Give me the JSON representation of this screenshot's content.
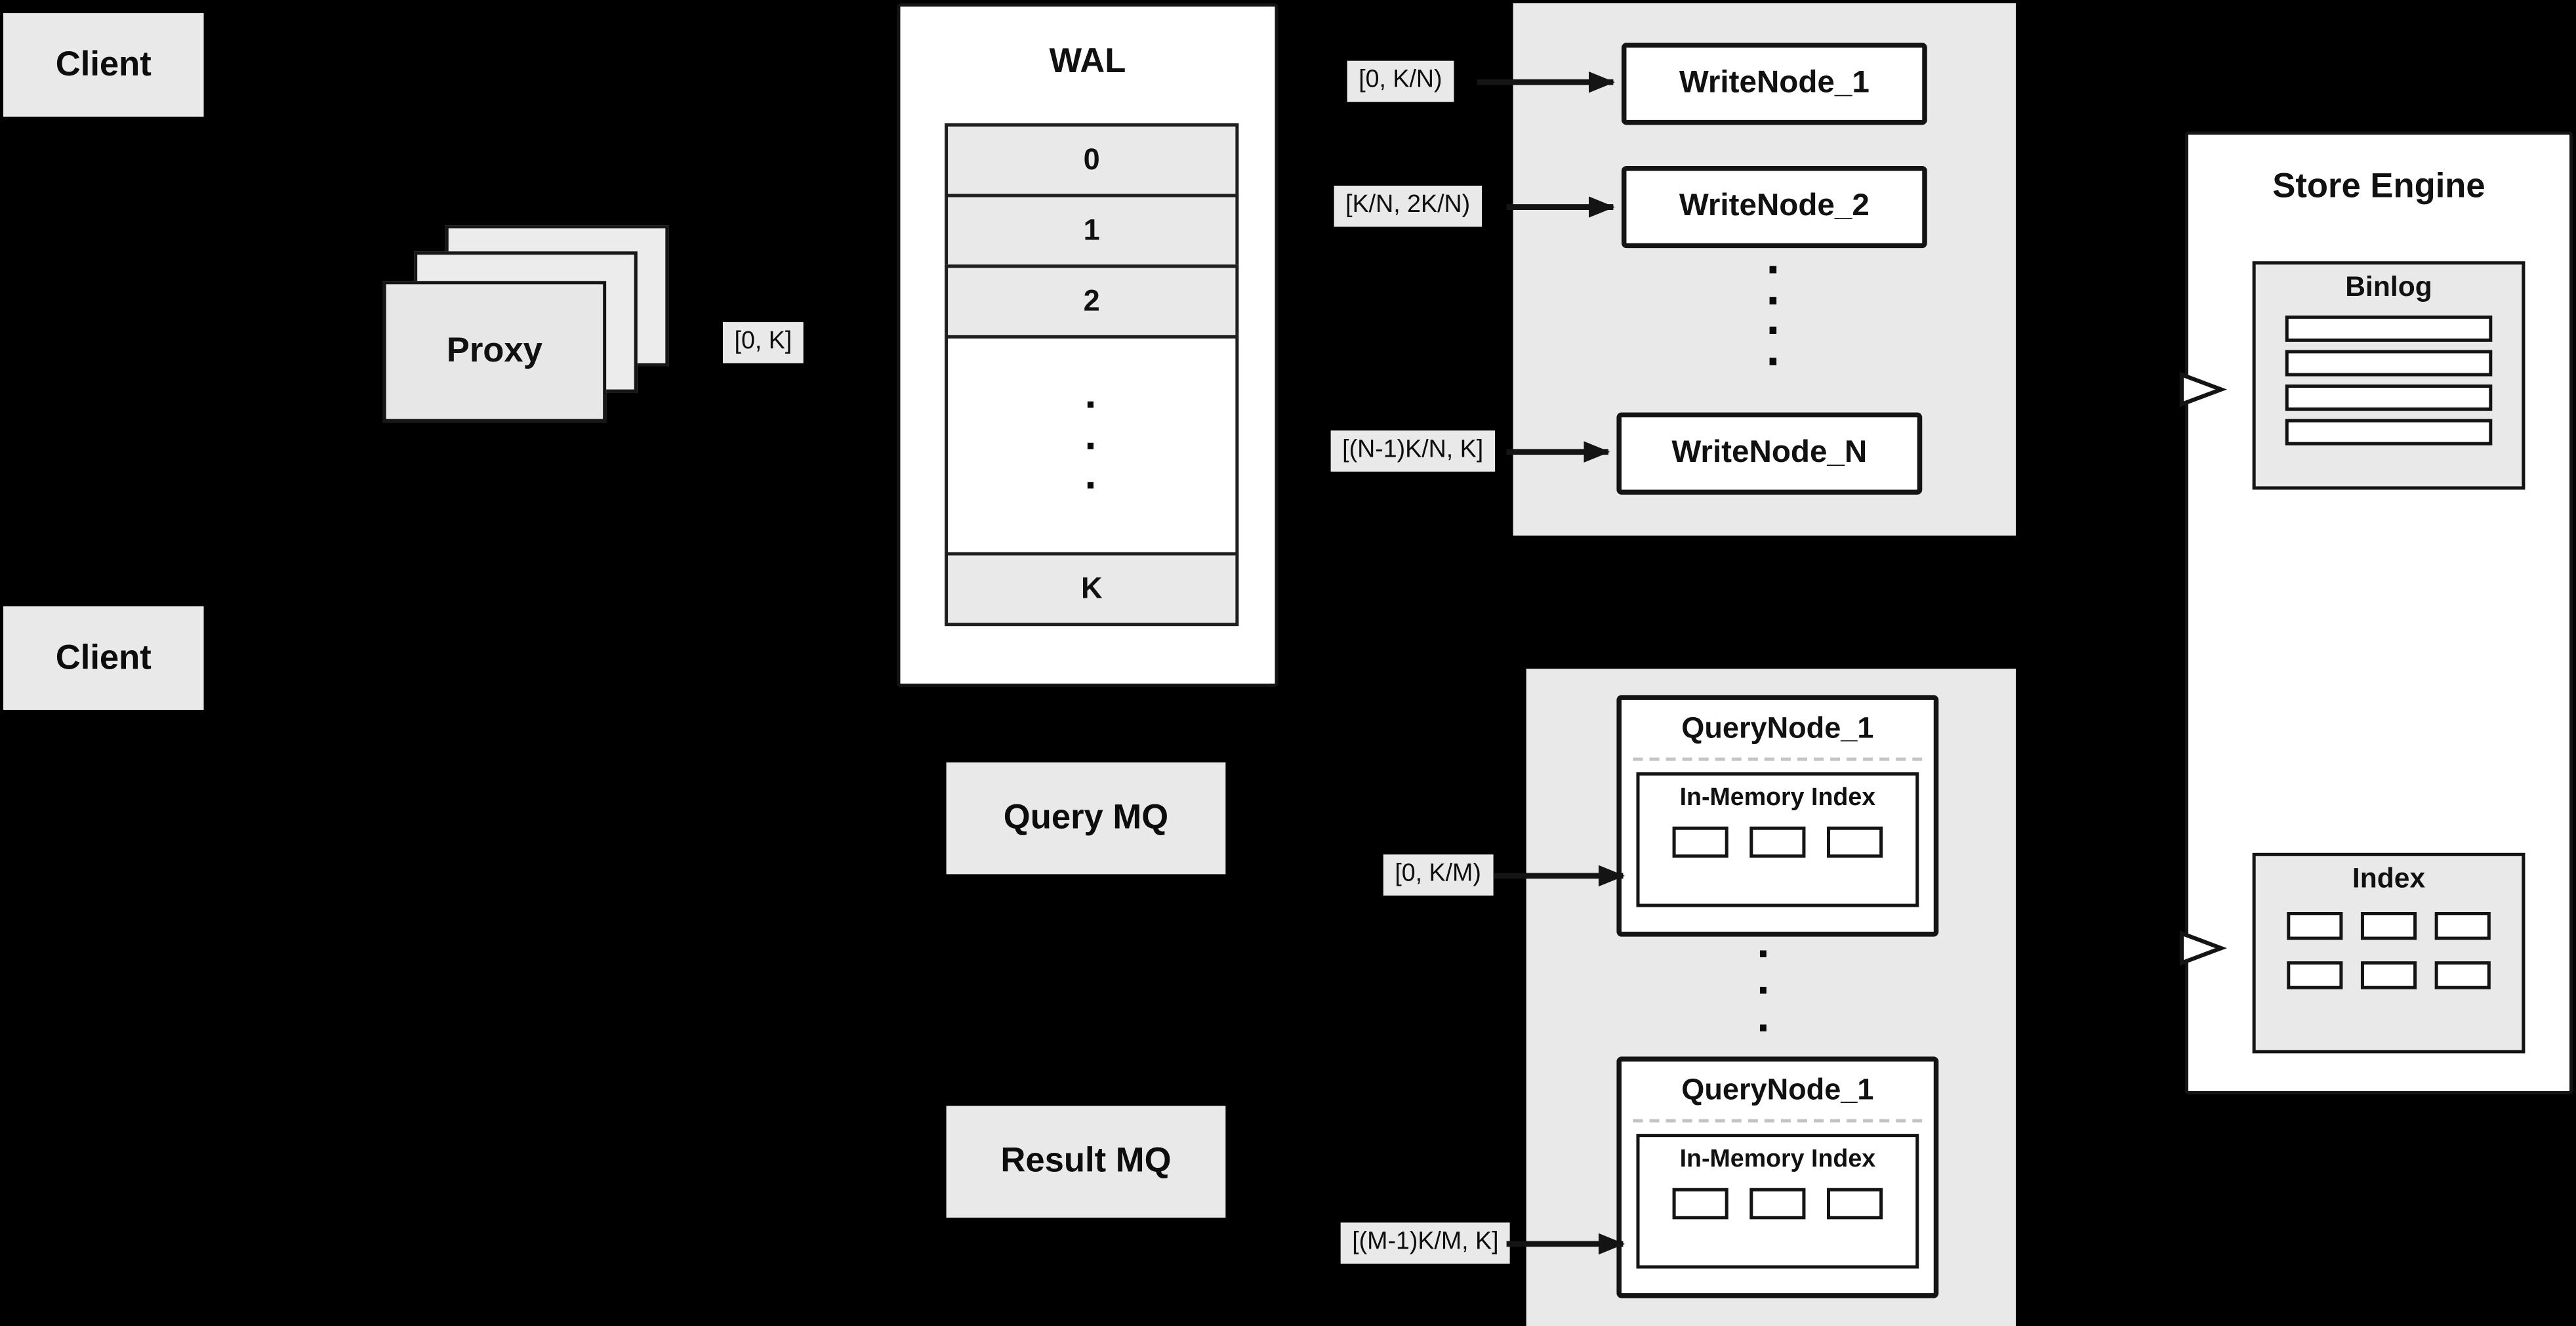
{
  "colors": {
    "background": "#000000",
    "panel_gray": "#e9e9e9",
    "panel_white": "#ffffff",
    "line": "#141414"
  },
  "clients": {
    "top": "Client",
    "bottom": "Client"
  },
  "proxy": {
    "label": "Proxy",
    "range_out": "[0, K]"
  },
  "wal": {
    "title": "WAL",
    "rows": [
      "0",
      "1",
      "2",
      "K"
    ],
    "ellipsis": "·\n·\n·"
  },
  "write_nodes": {
    "node_1": {
      "label": "WriteNode_1",
      "range": "[0,  K/N)"
    },
    "node_2": {
      "label": "WriteNode_2",
      "range": "[K/N, 2K/N)"
    },
    "node_n": {
      "label": "WriteNode_N",
      "range": "[(N-1)K/N,  K]"
    },
    "ellipsis": "·\n·\n·\n·"
  },
  "mq": {
    "query": "Query MQ",
    "result": "Result MQ"
  },
  "query_nodes": {
    "node_1": {
      "title": "QueryNode_1",
      "index_label": "In-Memory Index",
      "range": "[0, K/M)"
    },
    "node_2": {
      "title": "QueryNode_1",
      "index_label": "In-Memory Index",
      "range": "[(M-1)K/M, K]"
    },
    "ellipsis": "·\n·\n·"
  },
  "store_engine": {
    "title": "Store Engine",
    "binlog_title": "Binlog",
    "index_title": "Index"
  }
}
